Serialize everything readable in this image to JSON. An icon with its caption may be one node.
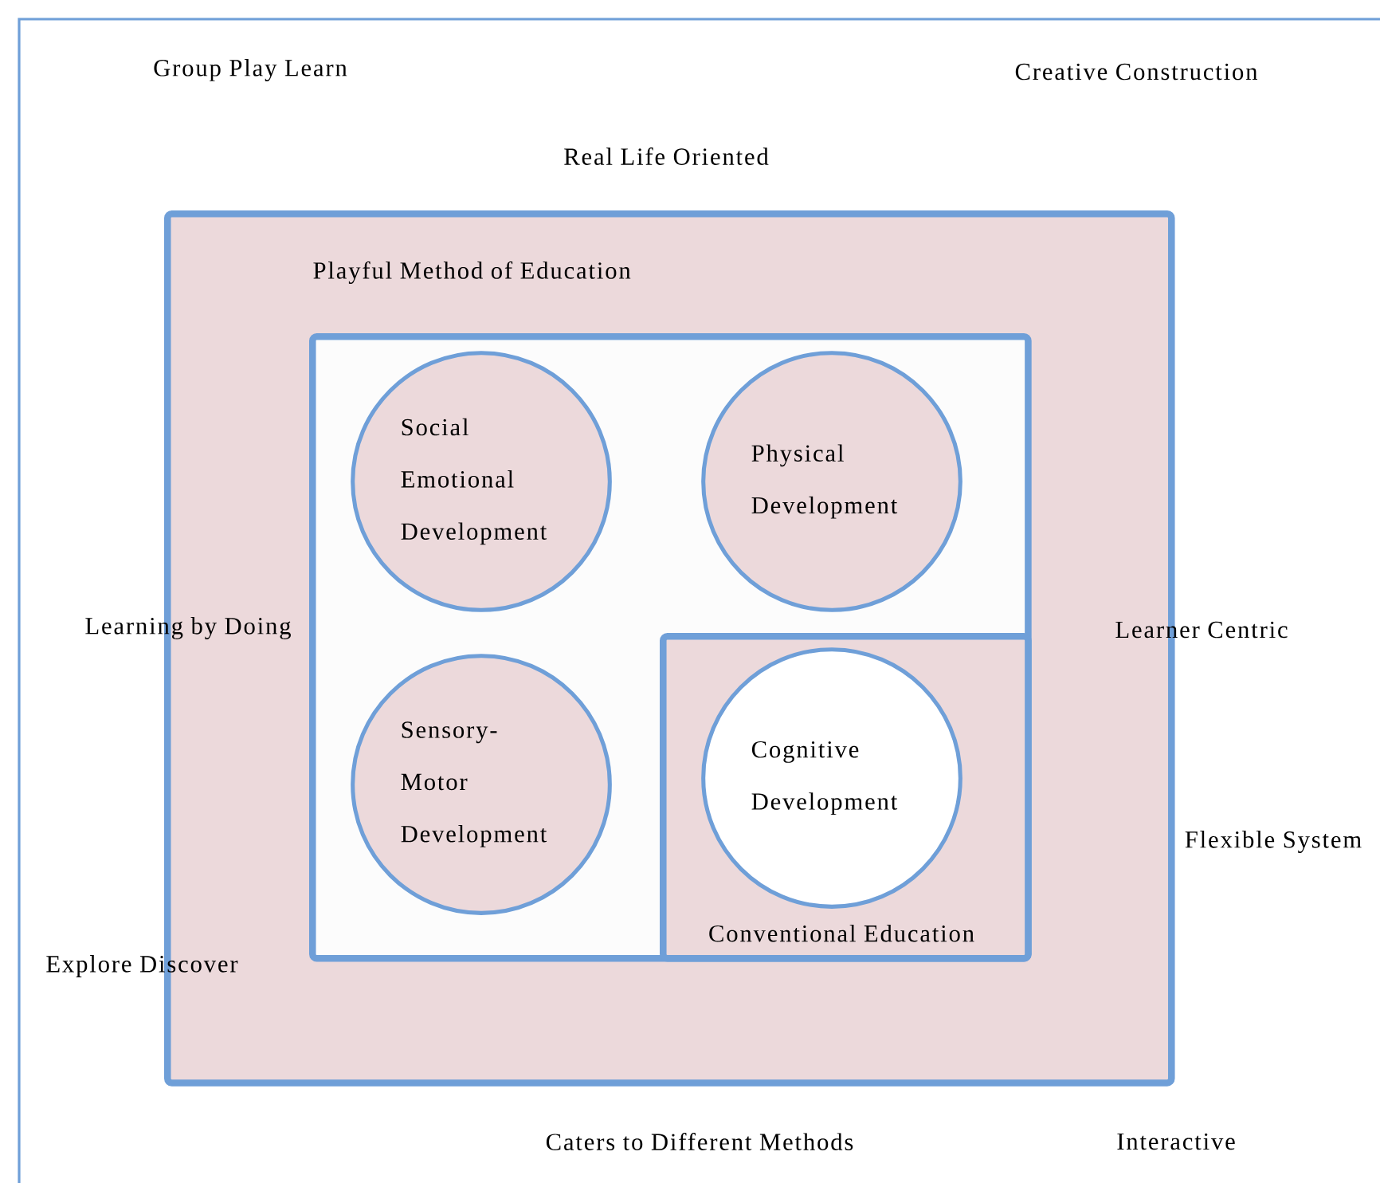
{
  "diagram": {
    "nodes": [
      {
        "text": [
          "Playful Method of Education"
        ]
      },
      {
        "text": [],
        "shape": "box",
        "in": 0
      },
      {
        "text": [
          "Social Emotional Development"
        ],
        "in": 1
      },
      {
        "text": [
          "Physical Development"
        ],
        "in": 1
      },
      {
        "text": [
          "Sensory-Motor Development"
        ],
        "in": 1
      },
      {
        "text": [
          "Conventional Education"
        ],
        "in": 1
      },
      {
        "text": [
          "Cognitive Development"
        ],
        "in": 5
      }
    ],
    "edges": [],
    "labels": [
      "Group Play Learn",
      "Creative Construction",
      "Real Life Oriented",
      "Learning by Doing",
      "Learner Centric",
      "Flexible System",
      "Explore Discover",
      "Caters to Different Methods",
      "Interactive"
    ]
  }
}
